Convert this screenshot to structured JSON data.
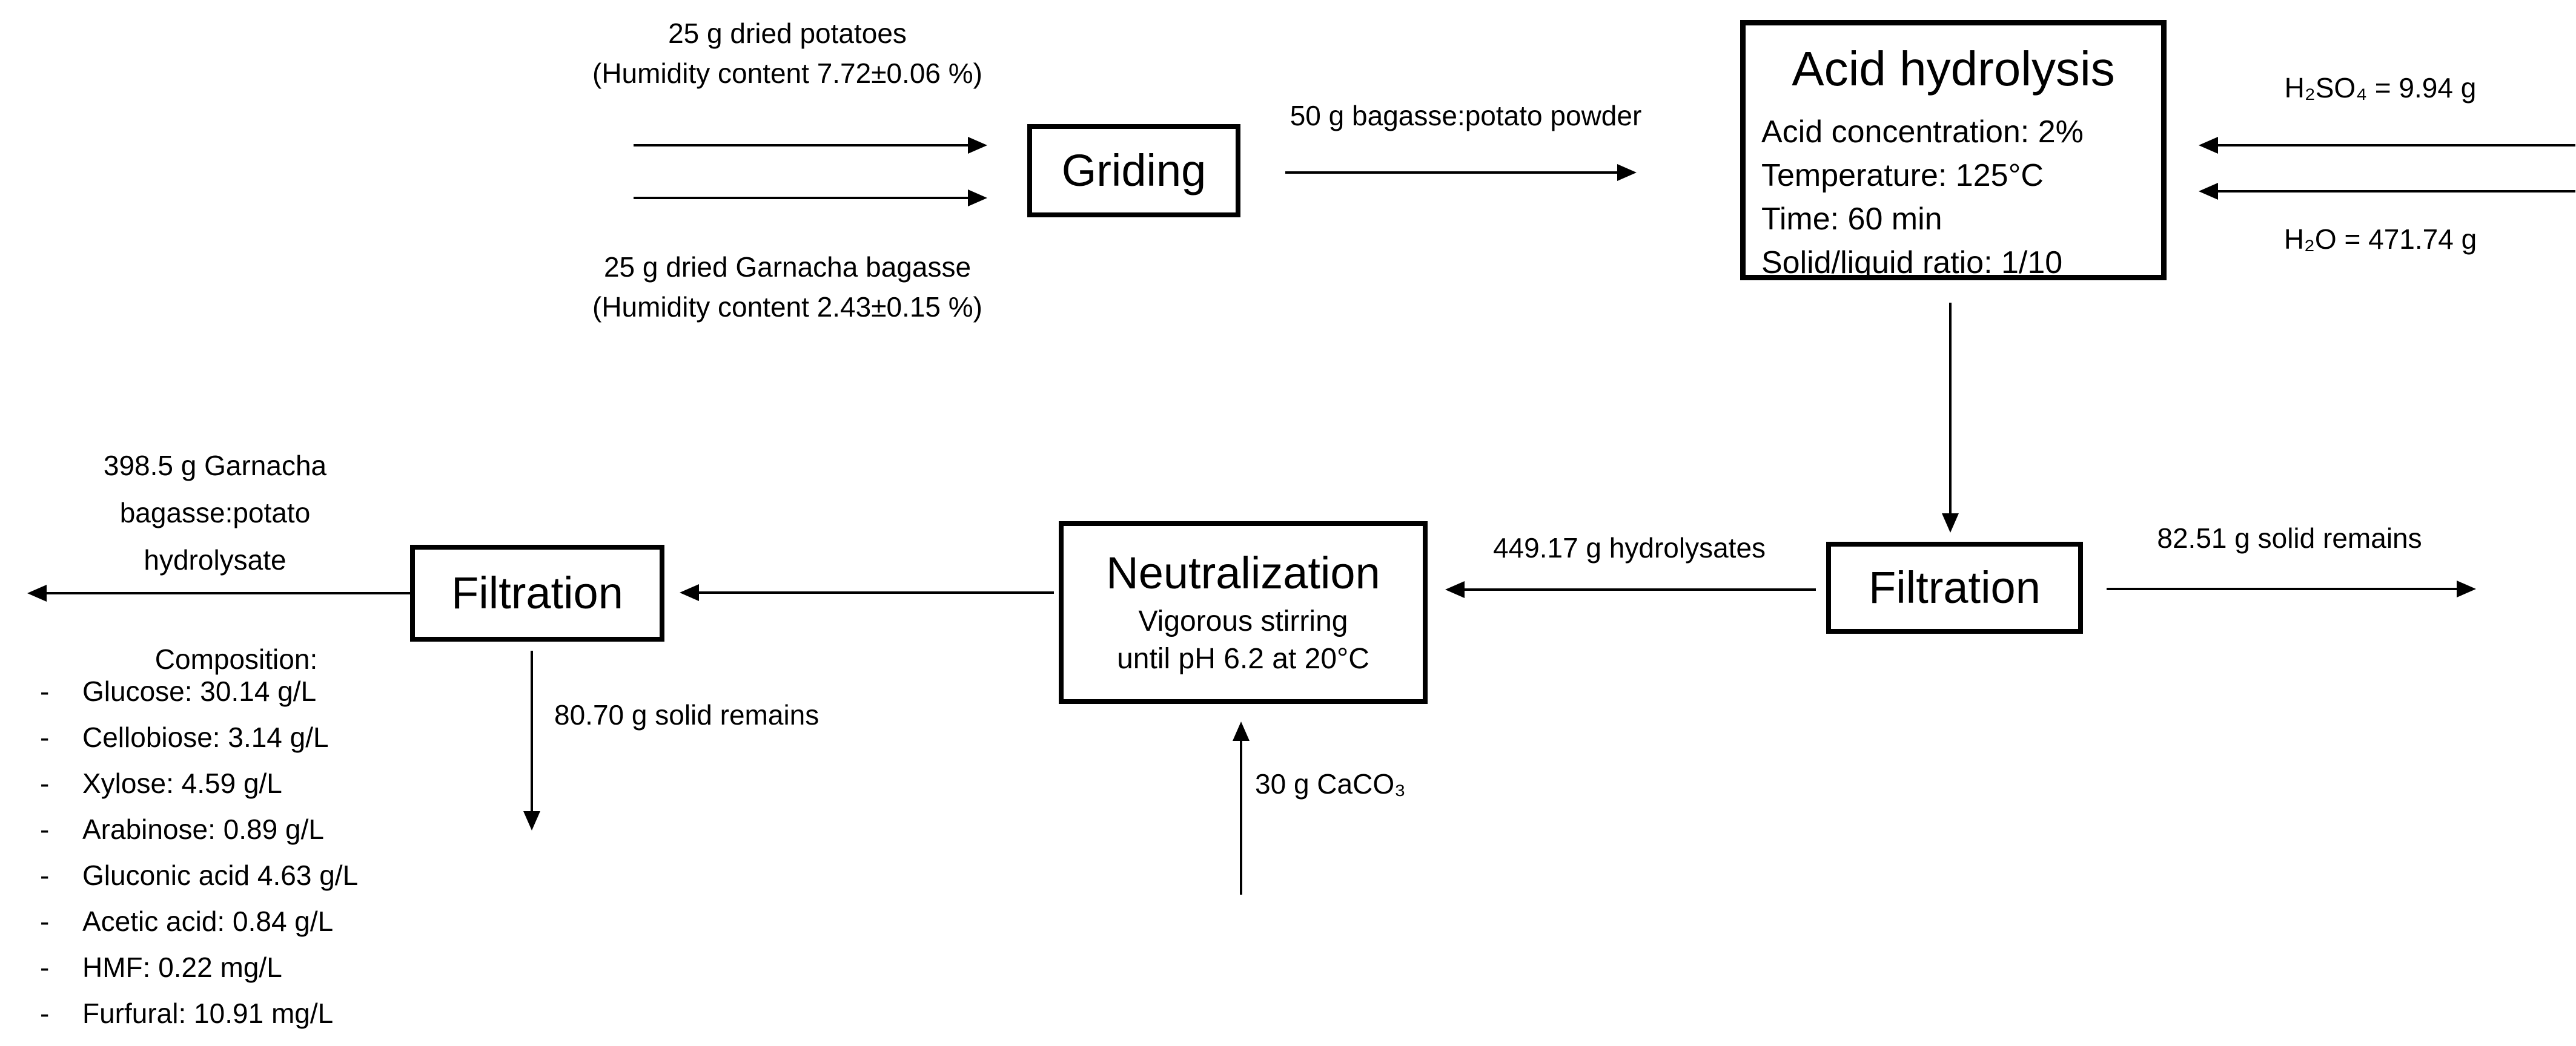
{
  "colors": {
    "ink": "#000000",
    "background": "#ffffff"
  },
  "diagram": {
    "inputs": {
      "potatoes": [
        "25 g dried potatoes",
        "(Humidity content 7.72±0.06 %)"
      ],
      "bagasse": [
        "25 g dried Garnacha bagasse",
        "(Humidity content 2.43±0.15 %)"
      ],
      "h2so4": "H₂SO₄ = 9.94 g",
      "h2o": "H₂O = 471.74 g",
      "caco3": "30 g CaCO₃"
    },
    "boxes": {
      "griding": {
        "title": "Griding"
      },
      "acid": {
        "title": "Acid hydrolysis",
        "params": [
          "Acid concentration: 2%",
          "Temperature: 125°C",
          "Time: 60 min",
          "Solid/liquid ratio: 1/10"
        ]
      },
      "filtration_right": {
        "title": "Filtration"
      },
      "neutralization": {
        "title": "Neutralization",
        "params": [
          "Vigorous stirring",
          "until pH 6.2 at 20°C"
        ]
      },
      "filtration_left": {
        "title": "Filtration"
      }
    },
    "labels": {
      "powder": "50 g bagasse:potato powder",
      "hydrolysates": "449.17 g hydrolysates",
      "solid_remains_right": "82.51 g solid remains",
      "solid_remains_left": "80.70 g solid remains"
    },
    "outputs": {
      "product": [
        "398.5 g Garnacha",
        "bagasse:potato",
        "hydrolysate"
      ]
    },
    "composition": {
      "heading": "Composition:",
      "bullet": "-",
      "items": [
        "Glucose: 30.14 g/L",
        "Cellobiose: 3.14 g/L",
        "Xylose: 4.59 g/L",
        "Arabinose: 0.89 g/L",
        "Gluconic acid 4.63 g/L",
        "Acetic acid: 0.84 g/L",
        "HMF: 0.22 mg/L",
        "Furfural: 10.91 mg/L"
      ]
    }
  }
}
